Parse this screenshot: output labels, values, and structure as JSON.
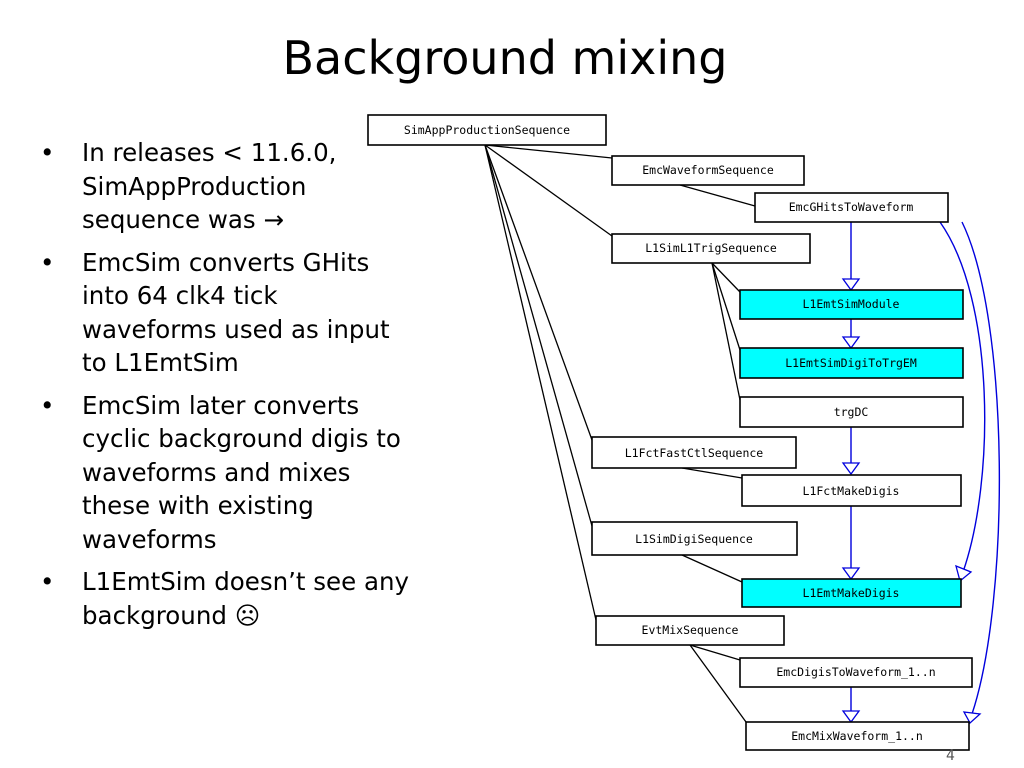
{
  "slide": {
    "title": "Background mixing",
    "page_number": "4"
  },
  "bullets": [
    {
      "marker": "•",
      "text": "In releases < 11.6.0, SimAppProduction sequence was →"
    },
    {
      "marker": "•",
      "text": "EmcSim converts GHits into 64 clk4 tick waveforms used as input to L1EmtSim"
    },
    {
      "marker": "•",
      "text": "EmcSim later converts cyclic background digis to waveforms and mixes these with existing waveforms"
    },
    {
      "marker": "•",
      "text": "L1EmtSim doesn’t see any background ☹"
    }
  ],
  "diagram": {
    "colors": {
      "highlight": "#00ffff",
      "blue_edge": "#0000dd",
      "black_edge": "#000000"
    },
    "nodes": {
      "sim_app": "SimAppProductionSequence",
      "emc_waveform_seq": "EmcWaveformSequence",
      "emc_ghits": "EmcGHitsToWaveform",
      "l1sim_l1trig": "L1SimL1TrigSequence",
      "l1emt_module": "L1EmtSimModule",
      "l1emt_digi_trg": "L1EmtSimDigiToTrgEM",
      "trgdc": "trgDC",
      "l1fct_fastctl": "L1FctFastCtlSequence",
      "l1fct_makedigis": "L1FctMakeDigis",
      "l1sim_digi": "L1SimDigiSequence",
      "l1emt_makedigis": "L1EmtMakeDigis",
      "evtmix": "EvtMixSequence",
      "emc_digis_wf": "EmcDigisToWaveform_1..n",
      "emc_mix_wf": "EmcMixWaveform_1..n"
    }
  }
}
